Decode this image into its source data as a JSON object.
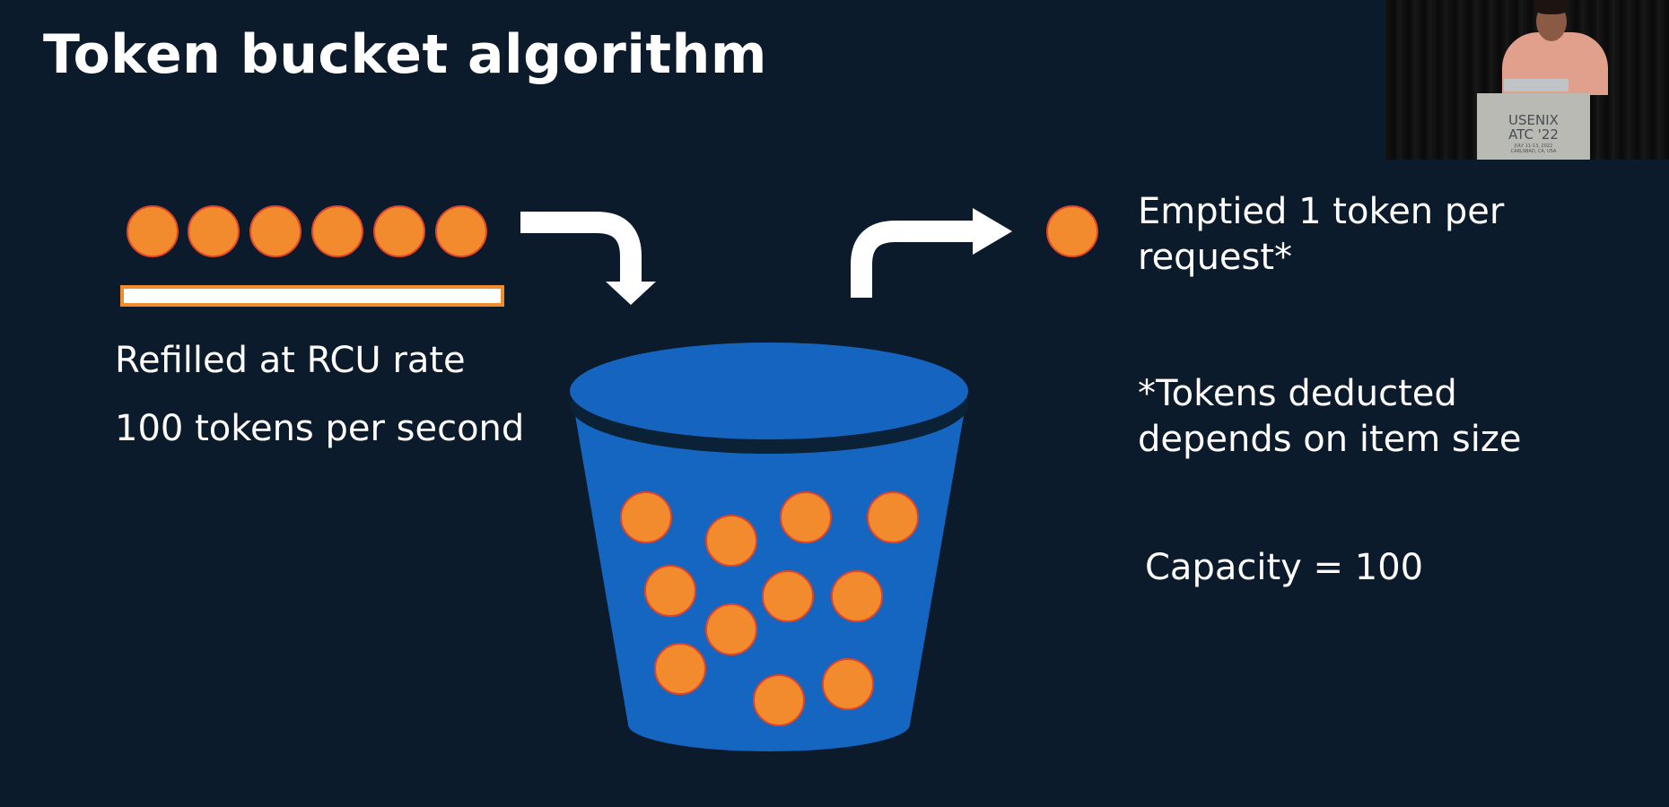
{
  "slide": {
    "title": "Token bucket algorithm",
    "refill_line1": "Refilled at RCU rate",
    "refill_line2": "100 tokens per second",
    "emptied_line1": "Emptied 1 token per",
    "emptied_line2": "request*",
    "footnote_line1": "*Tokens deducted",
    "footnote_line2": "depends on item size",
    "capacity": "Capacity = 100"
  },
  "video_inset": {
    "podium_line1": "USENIX",
    "podium_line2": "ATC '22",
    "podium_line3": "JULY 11-13, 2022",
    "podium_line4": "CARLSBAD, CA, USA"
  },
  "colors": {
    "background": "#0c1b2b",
    "token": "#f28a2e",
    "token_outline": "#e0452a",
    "bucket_body": "#1566c0",
    "bucket_top": "#1565c0",
    "bucket_rim": "#0a2136",
    "arrow": "#ffffff",
    "text": "#ffffff"
  },
  "icons": {
    "incoming_tokens": "token-row-icon",
    "refill_bar": "refill-bar-icon",
    "arrow_in": "arrow-into-bucket-icon",
    "arrow_out": "arrow-out-of-bucket-icon",
    "outgoing_token": "token-icon",
    "bucket": "bucket-icon"
  }
}
